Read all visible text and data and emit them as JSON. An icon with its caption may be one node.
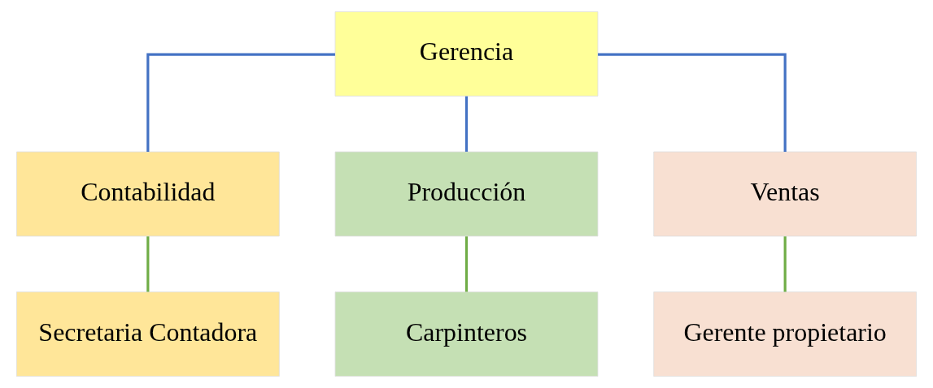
{
  "diagram": {
    "nodes": [
      {
        "text": [
          "Gerencia"
        ]
      },
      {
        "text": [
          "Contabilidad"
        ]
      },
      {
        "text": [
          "Producción"
        ]
      },
      {
        "text": [
          "Ventas"
        ]
      },
      {
        "text": [
          "Secretaria Contadora"
        ]
      },
      {
        "text": [
          "Carpinteros"
        ]
      },
      {
        "text": [
          "Gerente propietario"
        ]
      }
    ],
    "edges": [
      {
        "from": 0,
        "to": 1,
        "arrow": "none"
      },
      {
        "from": 0,
        "to": 2,
        "arrow": "none"
      },
      {
        "from": 0,
        "to": 3,
        "arrow": "none"
      },
      {
        "from": 1,
        "to": 4,
        "arrow": "none",
        "color": "#70ad47"
      },
      {
        "from": 2,
        "to": 5,
        "arrow": "none",
        "color": "#70ad47"
      },
      {
        "from": 3,
        "to": 6,
        "arrow": "none",
        "color": "#70ad47"
      }
    ]
  }
}
